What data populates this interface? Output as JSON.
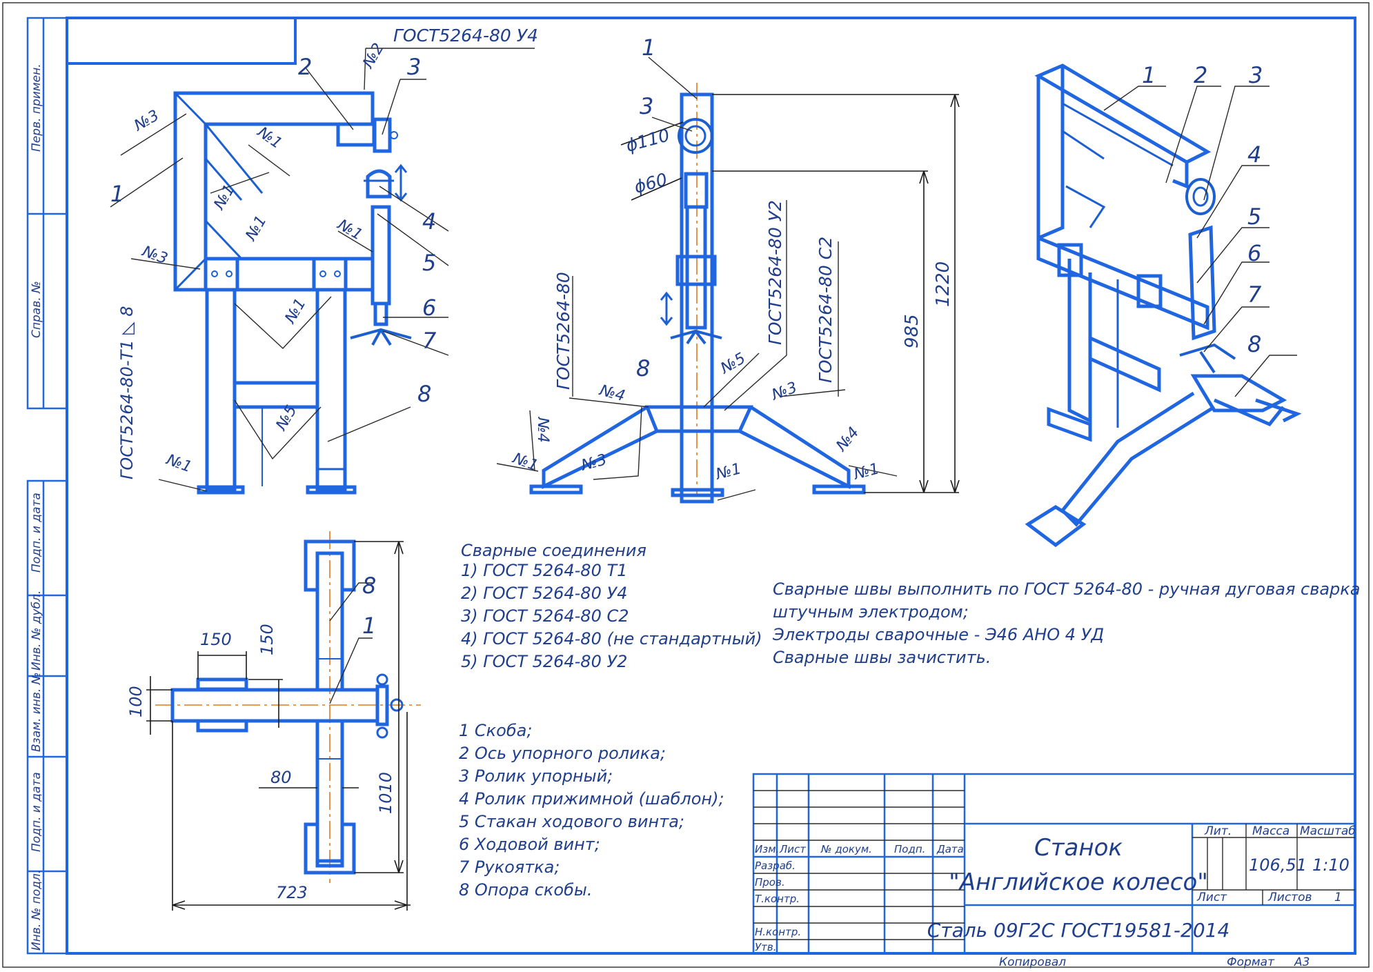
{
  "side_stamp": {
    "perv_primen": "Перв. примен.",
    "sprav_no": "Справ. №",
    "podp_data_1": "Подп. и дата",
    "inv_dubl": "Инв. № дубл.",
    "vzam_inv": "Взам. инв. №",
    "podp_data_2": "Подп. и дата",
    "inv_podl": "Инв. № подл."
  },
  "front_view": {
    "gost_top": "ГОСТ5264-80 У4",
    "gost_side": "ГОСТ5264-80-Т1 ◺ 8",
    "weld_n1": "№1",
    "weld_n2": "№2",
    "weld_n3": "№3",
    "weld_n5": "№5",
    "callouts": [
      "1",
      "2",
      "3",
      "4",
      "5",
      "6",
      "7",
      "8"
    ]
  },
  "side_view": {
    "gost_a": "ГОСТ5264-80",
    "gost_b": "ГОСТ5264-80 У2",
    "gost_c": "ГОСТ5264-80 С2",
    "dia_110": "ϕ110",
    "dia_60": "ϕ60",
    "dim_985": "985",
    "dim_1220": "1220",
    "weld_n1": "№1",
    "weld_n3": "№3",
    "weld_n4": "№4",
    "weld_n5": "№5",
    "callouts": [
      "1",
      "3",
      "8"
    ]
  },
  "iso_view": {
    "callouts": [
      "1",
      "2",
      "3",
      "4",
      "5",
      "6",
      "7",
      "8"
    ]
  },
  "plan_view": {
    "dim_150a": "150",
    "dim_150b": "150",
    "dim_100": "100",
    "dim_80": "80",
    "dim_1010": "1010",
    "dim_723": "723",
    "callouts": [
      "8",
      "1"
    ]
  },
  "weld_notes": {
    "title": "Сварные соединения",
    "items": [
      "1) ГОСТ 5264-80  Т1",
      "2) ГОСТ 5264-80  У4",
      "3) ГОСТ 5264-80  С2",
      "4) ГОСТ 5264-80 (не стандартный)",
      "5) ГОСТ 5264-80 У2"
    ]
  },
  "general_notes": [
    "Сварные швы выполнить по ГОСТ 5264-80 - ручная дуговая сварка",
    "штучным электродом;",
    "Электроды сварочные -  Э46 АНО 4 УД",
    "Сварные швы зачистить."
  ],
  "parts_list": [
    "1 Скоба;",
    "2  Ось упорного ролика;",
    "3  Ролик упорный;",
    "4  Ролик прижимной (шаблон);",
    "5  Стакан ходового винта;",
    "6  Ходовой винт;",
    "7  Рукоятка;",
    "8  Опора скобы."
  ],
  "title_block": {
    "izm": "Изм.",
    "list": "Лист",
    "no_dokum": "№ докум.",
    "podp": "Подп.",
    "data": "Дата",
    "razrab": "Разраб.",
    "prov": "Пров.",
    "tkontr": "Т.контр.",
    "nkontr": "Н.контр.",
    "utv": "Утв.",
    "name_line1": "Станок",
    "name_line2": "\"Английское колесо\"",
    "material": "Сталь 09Г2С ГОСТ19581-2014",
    "lit": "Лит.",
    "massa": "Масса",
    "masshtab": "Масштаб",
    "massa_value": "106,51",
    "masshtab_value": "1:10",
    "list_label": "Лист",
    "listov_label": "Листов",
    "listov_value": "1",
    "kopiroval": "Копировал",
    "format_label": "Формат",
    "format_value": "А3"
  }
}
